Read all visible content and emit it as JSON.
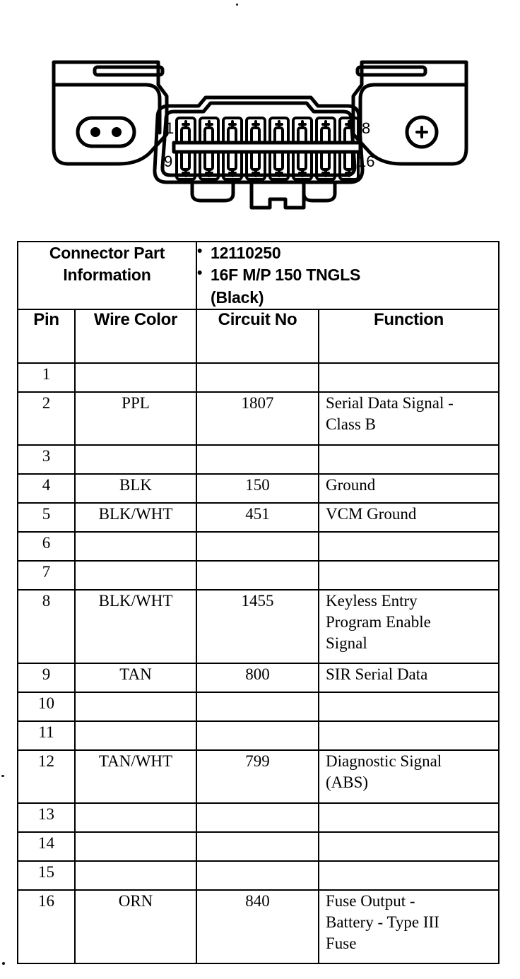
{
  "connector_diagram": {
    "name": "dlc-connector-face-view",
    "pin_labels": {
      "top_left": "1",
      "top_right": "8",
      "bottom_left": "9",
      "bottom_right": "16"
    },
    "cavity_count": 16,
    "cavity_rows": 2,
    "cavities_per_row": 8,
    "left_wing_feature": "two-pin-oval-port",
    "right_wing_feature": "round-screw-boss",
    "line_color": "#000000"
  },
  "table": {
    "connector_part_information": {
      "label": "Connector Part Information",
      "bullets": [
        {
          "line1": "12110250",
          "line2": ""
        },
        {
          "line1": "16F M/P 150 TNGLS",
          "line2": "(Black)"
        }
      ]
    },
    "columns": [
      {
        "key": "pin",
        "label": "Pin"
      },
      {
        "key": "wire_color",
        "label": "Wire Color"
      },
      {
        "key": "circuit_no",
        "label": "Circuit No"
      },
      {
        "key": "function",
        "label": "Function"
      }
    ],
    "rows": [
      {
        "pin": "1",
        "wire_color": "",
        "circuit_no": "",
        "function": "",
        "function_lines": [],
        "size": "single"
      },
      {
        "pin": "2",
        "wire_color": "PPL",
        "circuit_no": "1807",
        "function": "Serial Data Signal - Class B",
        "function_lines": [
          "Serial Data Signal -",
          "Class B"
        ],
        "size": "double"
      },
      {
        "pin": "3",
        "wire_color": "",
        "circuit_no": "",
        "function": "",
        "function_lines": [],
        "size": "single"
      },
      {
        "pin": "4",
        "wire_color": "BLK",
        "circuit_no": "150",
        "function": "Ground",
        "function_lines": [
          "Ground"
        ],
        "size": "single"
      },
      {
        "pin": "5",
        "wire_color": "BLK/WHT",
        "circuit_no": "451",
        "function": "VCM Ground",
        "function_lines": [
          "VCM Ground"
        ],
        "size": "single"
      },
      {
        "pin": "6",
        "wire_color": "",
        "circuit_no": "",
        "function": "",
        "function_lines": [],
        "size": "single"
      },
      {
        "pin": "7",
        "wire_color": "",
        "circuit_no": "",
        "function": "",
        "function_lines": [],
        "size": "single"
      },
      {
        "pin": "8",
        "wire_color": "BLK/WHT",
        "circuit_no": "1455",
        "function": "Keyless Entry Program Enable Signal",
        "function_lines": [
          "Keyless Entry",
          "Program Enable",
          "Signal"
        ],
        "size": "triple"
      },
      {
        "pin": "9",
        "wire_color": "TAN",
        "circuit_no": "800",
        "function": "SIR Serial Data",
        "function_lines": [
          "SIR Serial Data"
        ],
        "size": "single"
      },
      {
        "pin": "10",
        "wire_color": "",
        "circuit_no": "",
        "function": "",
        "function_lines": [],
        "size": "single"
      },
      {
        "pin": "11",
        "wire_color": "",
        "circuit_no": "",
        "function": "",
        "function_lines": [],
        "size": "single"
      },
      {
        "pin": "12",
        "wire_color": "TAN/WHT",
        "circuit_no": "799",
        "function": "Diagnostic Signal (ABS)",
        "function_lines": [
          "Diagnostic Signal",
          "(ABS)"
        ],
        "size": "double"
      },
      {
        "pin": "13",
        "wire_color": "",
        "circuit_no": "",
        "function": "",
        "function_lines": [],
        "size": "single"
      },
      {
        "pin": "14",
        "wire_color": "",
        "circuit_no": "",
        "function": "",
        "function_lines": [],
        "size": "single"
      },
      {
        "pin": "15",
        "wire_color": "",
        "circuit_no": "",
        "function": "",
        "function_lines": [],
        "size": "single"
      },
      {
        "pin": "16",
        "wire_color": "ORN",
        "circuit_no": "840",
        "function": "Fuse Output - Battery - Type III Fuse",
        "function_lines": [
          "Fuse Output -",
          "Battery - Type III",
          "Fuse"
        ],
        "size": "triple"
      }
    ]
  }
}
